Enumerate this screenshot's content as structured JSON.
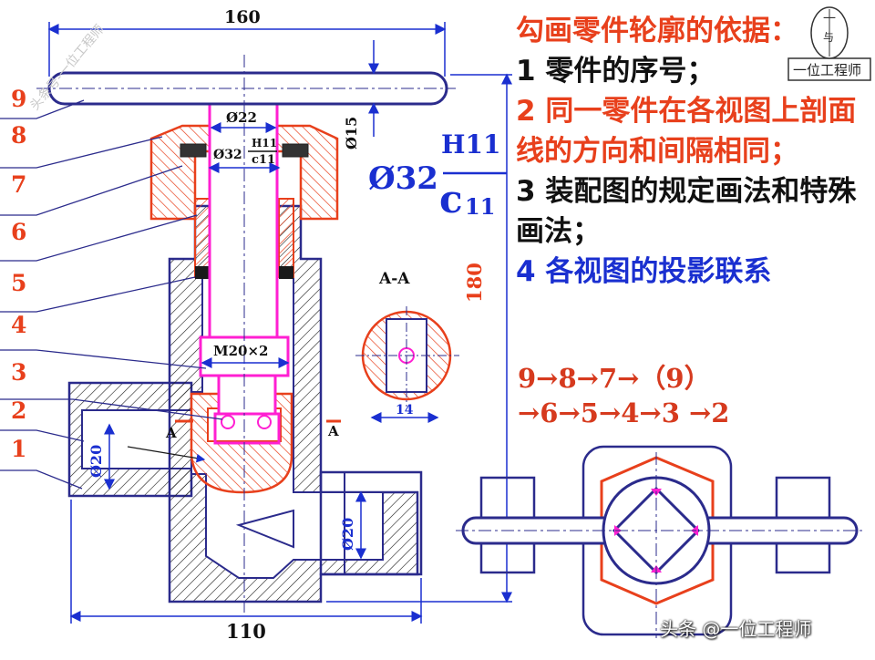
{
  "notes": {
    "heading": "勾画零件轮廓的依据：",
    "item1": "1  零件的序号；",
    "item2": "2  同一零件在各视图上剖面线的方向和间隔相同；",
    "item3": "3  装配图的规定画法和特殊画法；",
    "item4": "4  各视图的投影联系"
  },
  "sequence": {
    "line1": "9→8→7→（9）",
    "line2": "→6→5→4→3 →2"
  },
  "fit_callout": {
    "diameter": "Ø32",
    "upper": "H11",
    "lower_letter": "c",
    "lower_num": "11"
  },
  "part_numbers": [
    "9",
    "8",
    "7",
    "6",
    "5",
    "4",
    "3",
    "2",
    "1"
  ],
  "dimensions": {
    "overall_width": "160",
    "base_width": "110",
    "height": "180",
    "handle_dia": "Ø15",
    "stem_dia": "Ø22",
    "bore_dia": "Ø32",
    "thread": "M20×2",
    "port_left": "Ø20",
    "port_right": "Ø20",
    "section_width": "14",
    "small_fit_upper": "H11",
    "small_fit_lower": "c11"
  },
  "section": {
    "title": "A-A",
    "mark": "A"
  },
  "badge": {
    "glyph_top": "一",
    "glyph_mid": "与",
    "caption": "一位工程师"
  },
  "watermark": {
    "side": "头条号-一位工程师",
    "bottom": "头条 @一位工程师"
  },
  "colors": {
    "outline": "#2b2b8c",
    "dimension": "#1a2fd0",
    "part_highlight": "#e8401c",
    "stem_highlight": "#ff1fd2",
    "hatch": "#1a1a1a"
  }
}
